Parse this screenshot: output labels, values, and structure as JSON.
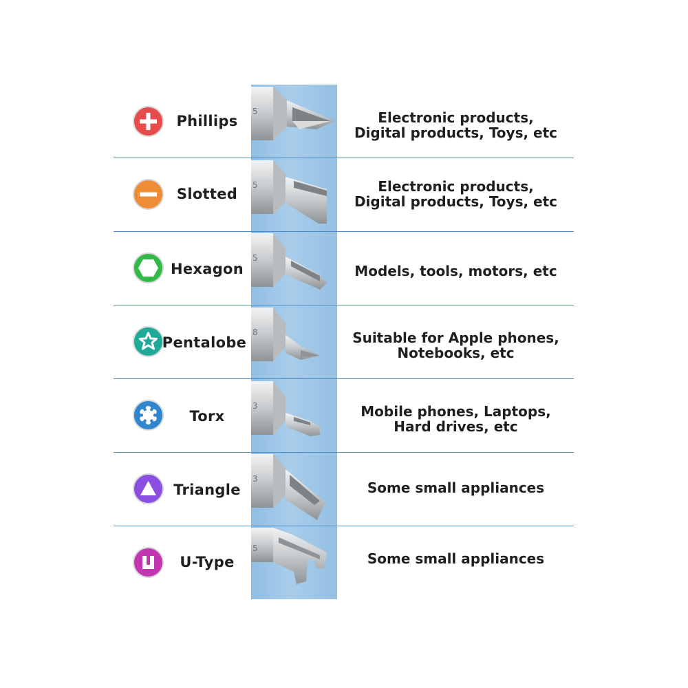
{
  "colors": {
    "column": "#a4c9e9",
    "divider": "#4b8cc6",
    "text": "#1f1f1f",
    "metal_light": "#e6e8ea",
    "metal_dark": "#8e9396"
  },
  "rows": [
    {
      "name": "Phillips",
      "icon": "phillips-cross-icon",
      "color": "#e84b4b",
      "usage": [
        "Electronic products,",
        "Digital products, Toys, etc"
      ],
      "bit_number": "5"
    },
    {
      "name": "Slotted",
      "icon": "slotted-minus-icon",
      "color": "#ef8c36",
      "usage": [
        "Electronic products,",
        "Digital products, Toys, etc"
      ],
      "bit_number": "5"
    },
    {
      "name": "Hexagon",
      "icon": "hexagon-icon",
      "color": "#35b84a",
      "usage": [
        "Models, tools, motors, etc"
      ],
      "bit_number": "5"
    },
    {
      "name": "Pentalobe",
      "icon": "pentalobe-star-icon",
      "color": "#1fa999",
      "usage": [
        "Suitable for Apple phones,",
        "Notebooks, etc"
      ],
      "bit_number": "8"
    },
    {
      "name": "Torx",
      "icon": "torx-star-icon",
      "color": "#2f86cf",
      "usage": [
        "Mobile phones, Laptops,",
        "Hard drives, etc"
      ],
      "bit_number": "3"
    },
    {
      "name": "Triangle",
      "icon": "triangle-icon",
      "color": "#8a4fe0",
      "usage": [
        "Some small appliances"
      ],
      "bit_number": "3"
    },
    {
      "name": "U-Type",
      "icon": "u-shape-icon",
      "color": "#c236b1",
      "usage": [
        "Some small appliances"
      ],
      "bit_number": "5"
    }
  ]
}
